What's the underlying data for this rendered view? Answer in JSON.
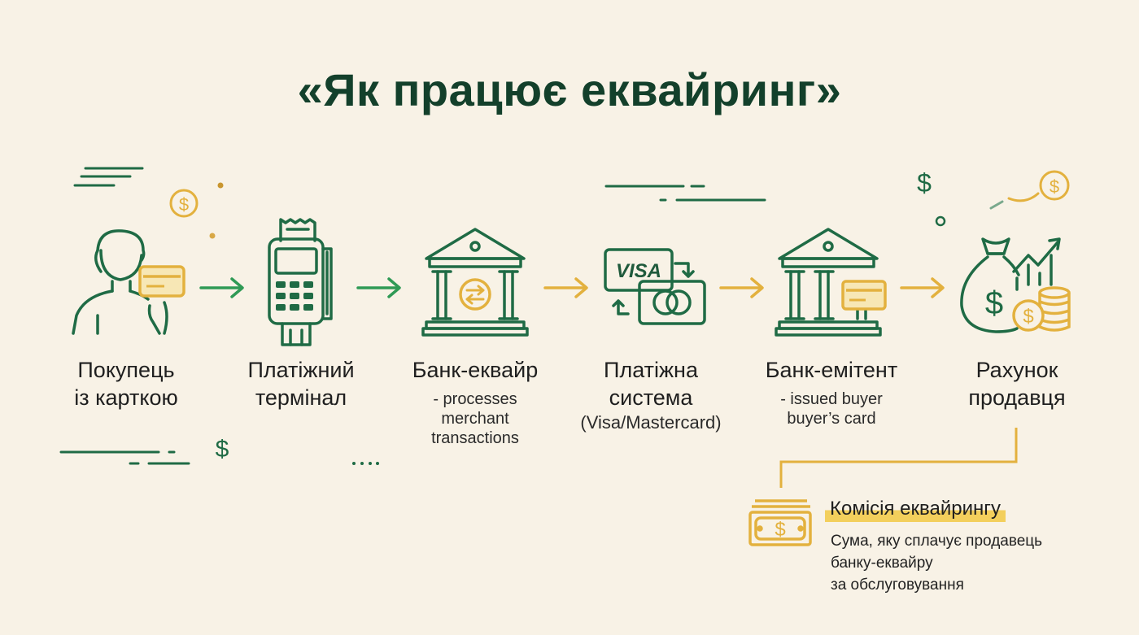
{
  "title": "«Як працює еквайринг»",
  "steps": [
    {
      "label_line1": "Покупець",
      "label_line2": "із карткою",
      "icon": "buyer-with-card-icon"
    },
    {
      "label_line1": "Платіжний",
      "label_line2": "термінал",
      "icon": "payment-terminal-icon"
    },
    {
      "label_line1": "Банк-еквайр",
      "label_line2": "",
      "sub": [
        "- processes",
        "merchant",
        "transactions"
      ],
      "icon": "acquirer-bank-icon"
    },
    {
      "label_line1": "Платіжна",
      "label_line2": "система",
      "sub": [
        "(Visa/Mastercard)"
      ],
      "icon": "payment-system-icon",
      "card_brand_text": "VISA"
    },
    {
      "label_line1": "Банк-емітент",
      "label_line2": "",
      "sub": [
        "- issued buyer",
        "buyer’s card"
      ],
      "icon": "issuer-bank-icon"
    },
    {
      "label_line1": "Рахунок",
      "label_line2": "продавця",
      "icon": "money-bag-growth-icon"
    }
  ],
  "fee": {
    "title": "Комісія еквайрингу",
    "description": [
      "Сума, яку сплачує продавець",
      "банку-еквайру",
      "за обслуговування"
    ],
    "icon": "banknote-icon"
  },
  "decorations": {
    "dollar_sign": "$"
  },
  "colors": {
    "background": "#f8f2e6",
    "title": "#13402b",
    "green": "#1f6b45",
    "bright_green": "#2f9a55",
    "gold": "#e3b13e"
  }
}
